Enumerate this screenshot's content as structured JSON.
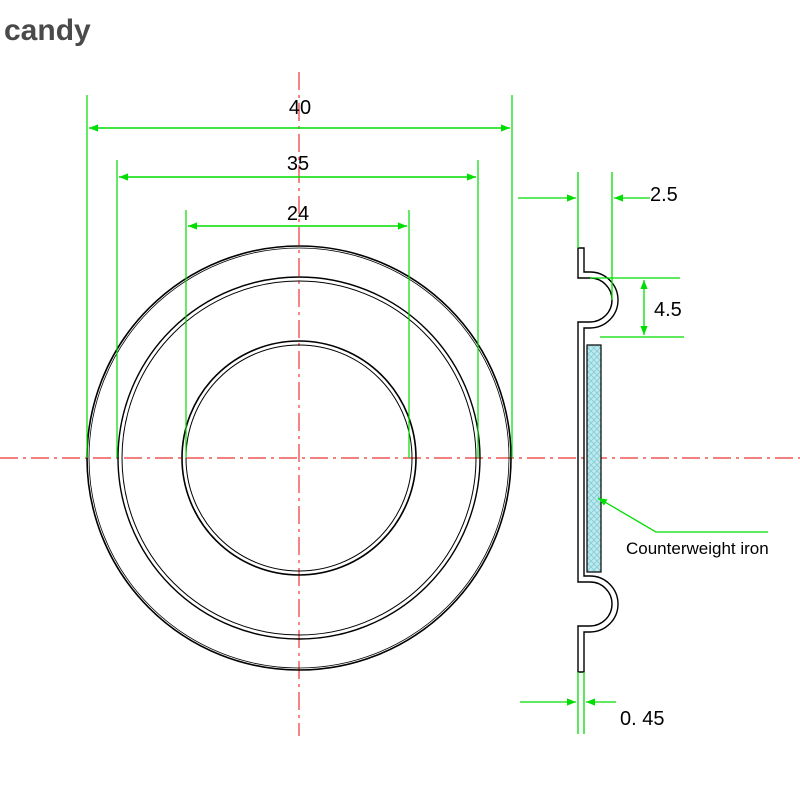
{
  "brand": {
    "label": "candy"
  },
  "dimensions": {
    "outer_diameter": "40",
    "middle_diameter": "35",
    "inner_diameter": "24",
    "flange_width": "2.5",
    "roll_height": "4.5",
    "thickness": "0. 45"
  },
  "annotations": {
    "counterweight": "Counterweight iron"
  },
  "colors": {
    "dimension_line": "#00dd00",
    "center_line": "#ee3333",
    "outline": "#000000",
    "counterweight_fill": "#bfe9ec",
    "counterweight_hatch": "#7fcdd6"
  }
}
